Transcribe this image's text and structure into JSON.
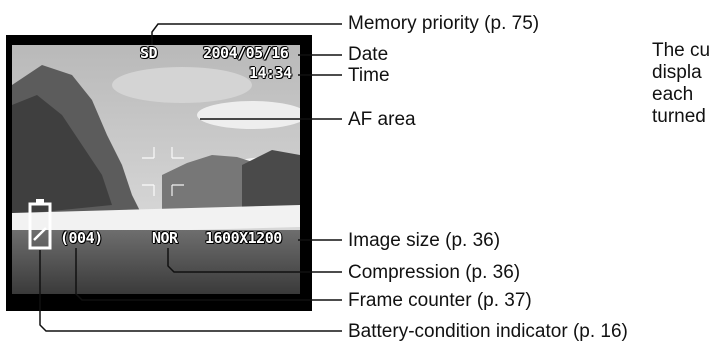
{
  "screen": {
    "memory": "SD",
    "date": "2004/05/16",
    "time": "14:34",
    "frame_counter": "(004)",
    "compression": "NOR",
    "image_size": "1600X1200",
    "battery_icon": "battery-icon"
  },
  "callouts": {
    "memory_priority": "Memory priority (p. 75)",
    "date": "Date",
    "time": "Time",
    "af_area": "AF area",
    "image_size": "Image size (p. 36)",
    "compression": "Compression (p. 36)",
    "frame_counter": "Frame counter (p. 37)",
    "battery": "Battery-condition indicator (p. 16)"
  },
  "side_text": [
    "The cu",
    "displa",
    "each",
    "turned"
  ],
  "colors": {
    "screen": "#000000",
    "text": "#111111",
    "osd": "#ffffff"
  }
}
